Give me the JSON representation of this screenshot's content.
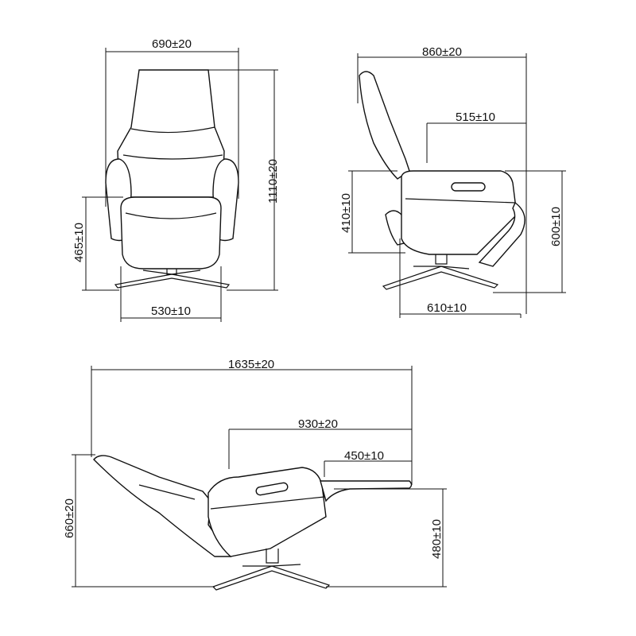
{
  "front_view": {
    "width_label": "690±20",
    "height_label": "1110±20",
    "seat_height_label": "465±10",
    "base_width_label": "530±10"
  },
  "side_view": {
    "depth_label": "860±20",
    "seat_depth_label": "515±10",
    "arm_height_label": "410±10",
    "arm_top_height_label": "600±10",
    "base_depth_label": "610±10"
  },
  "reclined_view": {
    "total_length_label": "1635±20",
    "seat_to_foot_label": "930±20",
    "footrest_label": "450±10",
    "head_height_label": "660±20",
    "footrest_height_label": "480±10"
  }
}
